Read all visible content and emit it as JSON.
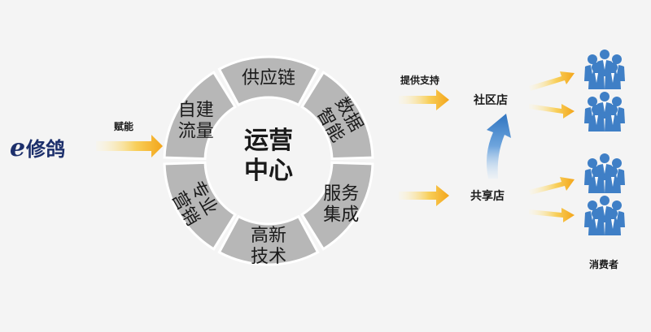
{
  "logo": {
    "e": "e",
    "name": "修鸽",
    "color": "#1c2f6b"
  },
  "left_arrow_label": "赋能",
  "center": {
    "line1": "运营",
    "line2": "中心"
  },
  "ring_segments": [
    {
      "line1": "供应链",
      "line2": ""
    },
    {
      "line1": "数据",
      "line2": "智能"
    },
    {
      "line1": "服务",
      "line2": "集成"
    },
    {
      "line1": "高新",
      "line2": "技术"
    },
    {
      "line1": "专业",
      "line2": "营销"
    },
    {
      "line1": "自建",
      "line2": "流量"
    }
  ],
  "support_label": "提供支持",
  "community_store": "社区店",
  "shared_store": "共享店",
  "consumers_label": "消费者",
  "colors": {
    "ring": "#b7b7b7",
    "arrow_orange": "#f3a51a",
    "arrow_yellow": "#fbe489",
    "up_arrow": "#2f74c0",
    "people": "#3f7fc6"
  },
  "icons": [
    "right-arrow-icon",
    "up-arrow-icon",
    "people-group-icon"
  ]
}
